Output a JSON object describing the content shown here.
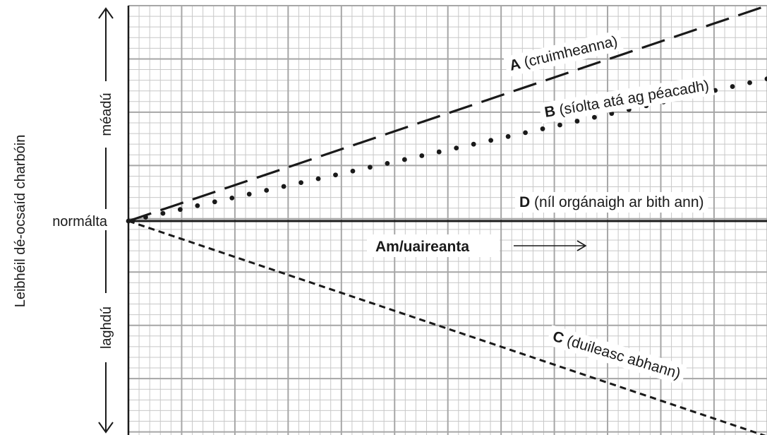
{
  "chart_data": {
    "type": "line",
    "title": "",
    "xlabel": "Am/uaireanta",
    "ylabel": "Leibhéil dé-ocsaíd charbóin",
    "y_normal_label": "normálta",
    "y_increase_label": "méadú",
    "y_decrease_label": "laghdú",
    "grid": true,
    "x": [
      0,
      1
    ],
    "series": [
      {
        "letter": "A",
        "name": "(cruimheanna)",
        "values": [
          0,
          1.0
        ],
        "style": "dashed"
      },
      {
        "letter": "B",
        "name": "(síolta atá ag péacadh)",
        "values": [
          0,
          0.66
        ],
        "style": "dotted"
      },
      {
        "letter": "C",
        "name": "(duileasc abhann)",
        "values": [
          0,
          -1.0
        ],
        "style": "short-dashed"
      },
      {
        "letter": "D",
        "name": "(níl orgánaigh ar bith ann)",
        "values": [
          0,
          0
        ],
        "style": "solid"
      }
    ],
    "colors": {
      "grid_major": "#a6a6a6",
      "grid_minor": "#c8c8c8",
      "line": "#1a1a1a"
    }
  }
}
